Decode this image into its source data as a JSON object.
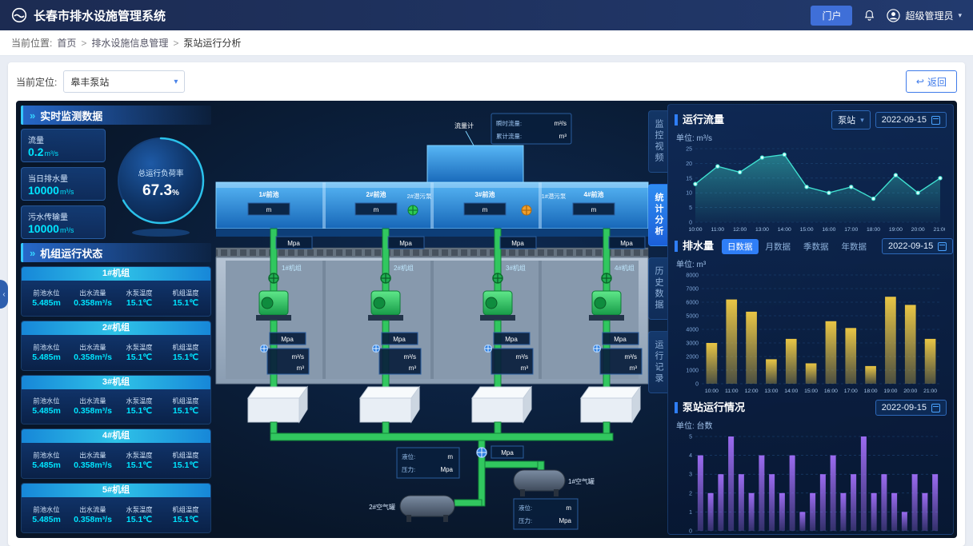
{
  "header": {
    "title": "长春市排水设施管理系统",
    "portal_button": "门户",
    "user": "超级管理员"
  },
  "breadcrumb": {
    "label": "当前位置:",
    "items": [
      "首页",
      "排水设施信息管理",
      "泵站运行分析"
    ]
  },
  "toolbar": {
    "location_label": "当前定位:",
    "location_value": "皋丰泵站",
    "back_button": "返回"
  },
  "colors": {
    "accent": "#2f7ef6",
    "cyan_value": "#00e5ff",
    "line_cyan": "#3fe0d0",
    "bar_yellow": "#e8c545",
    "bar_purple": "#9b6bf0"
  },
  "left_panel": {
    "realtime_title": "实时监测数据",
    "stats": [
      {
        "label": "流量",
        "value": "0.2",
        "unit": "m³/s"
      },
      {
        "label": "当日排水量",
        "value": "10000",
        "unit": "m³/s"
      },
      {
        "label": "污水传输量",
        "value": "10000",
        "unit": "m³/s"
      }
    ],
    "gauge": {
      "label": "总运行负荷率",
      "value": "67.3",
      "unit": "%"
    },
    "units_title": "机组运行状态",
    "unit_metric_labels": [
      "前池水位",
      "出水流量",
      "水泵温度",
      "机组温度"
    ],
    "units": [
      {
        "name": "1#机组",
        "values": [
          "5.485m",
          "0.358m³/s",
          "15.1℃",
          "15.1℃"
        ]
      },
      {
        "name": "2#机组",
        "values": [
          "5.485m",
          "0.358m³/s",
          "15.1℃",
          "15.1℃"
        ]
      },
      {
        "name": "3#机组",
        "values": [
          "5.485m",
          "0.358m³/s",
          "15.1℃",
          "15.1℃"
        ]
      },
      {
        "name": "4#机组",
        "values": [
          "5.485m",
          "0.358m³/s",
          "15.1℃",
          "15.1℃"
        ]
      },
      {
        "name": "5#机组",
        "values": [
          "5.485m",
          "0.358m³/s",
          "15.1℃",
          "15.1℃"
        ]
      }
    ]
  },
  "scada": {
    "flow_meter": "流量计",
    "flow_rows": [
      {
        "label": "瞬时流量:",
        "unit": "m³/s"
      },
      {
        "label": "累计流量:",
        "unit": "m³"
      }
    ],
    "pools": [
      "1#前池",
      "2#前池",
      "3#前池",
      "4#前池"
    ],
    "level_unit": "m",
    "pressure_unit": "Mpa",
    "sump_pump_2": "2#潜污泵",
    "sump_pump_1": "1#潜污泵",
    "pumps": [
      "1#机组",
      "2#机组",
      "3#机组",
      "4#机组"
    ],
    "flow_unit_s": "m³/s",
    "flow_unit_total": "m³",
    "tank_1": "1#空气罐",
    "tank_2": "2#空气罐",
    "tank_rows": [
      {
        "label": "液位:",
        "unit": "m"
      },
      {
        "label": "压力:",
        "unit": "Mpa"
      }
    ]
  },
  "right_tabs": [
    {
      "label": "监控视频",
      "active": false
    },
    {
      "label": "统计分析",
      "active": true
    },
    {
      "label": "历史数据",
      "active": false
    },
    {
      "label": "运行记录",
      "active": false
    }
  ],
  "charts": {
    "flow": {
      "title": "运行流量",
      "select": "泵站",
      "date": "2022-09-15",
      "unit_label": "单位: m³/s"
    },
    "drainage": {
      "title": "排水量",
      "tabs": [
        "日数据",
        "月数据",
        "季数据",
        "年数据"
      ],
      "active_tab": 0,
      "date": "2022-09-15",
      "unit_label": "单位: m³"
    },
    "station": {
      "title": "泵站运行情况",
      "date": "2022-09-15",
      "unit_label": "单位: 台数"
    }
  },
  "chart_data": [
    {
      "type": "area",
      "title": "运行流量",
      "ylabel": "m³/s",
      "x": [
        "10:00",
        "11:00",
        "12:00",
        "13:00",
        "14:00",
        "15:00",
        "16:00",
        "17:00",
        "18:00",
        "19:00",
        "20:00",
        "21:00"
      ],
      "values": [
        13,
        19,
        17,
        22,
        23,
        12,
        10,
        12,
        8,
        16,
        10,
        15
      ],
      "ylim": [
        0,
        25
      ],
      "yticks": [
        0,
        5,
        10,
        15,
        20,
        25
      ],
      "color": "#3fe0d0",
      "grid": true,
      "legend_position": "none"
    },
    {
      "type": "bar",
      "title": "排水量",
      "ylabel": "m³",
      "x": [
        "10:00",
        "11:00",
        "12:00",
        "13:00",
        "14:00",
        "15:00",
        "16:00",
        "17:00",
        "18:00",
        "19:00",
        "20:00",
        "21:00"
      ],
      "values": [
        3000,
        6200,
        5300,
        1800,
        3300,
        1500,
        4600,
        4100,
        1300,
        6400,
        5800,
        3300
      ],
      "ylim": [
        0,
        8000
      ],
      "yticks": [
        0,
        1000,
        2000,
        3000,
        4000,
        5000,
        6000,
        7000,
        8000
      ],
      "color": "#e8c545",
      "grid": true,
      "legend_position": "none"
    },
    {
      "type": "bar",
      "title": "泵站运行情况",
      "ylabel": "台数",
      "x": null,
      "values": [
        4,
        2,
        3,
        5,
        3,
        2,
        4,
        3,
        2,
        4,
        1,
        2,
        3,
        4,
        2,
        3,
        5,
        2,
        3,
        2,
        1,
        3,
        2,
        3
      ],
      "ylim": [
        0,
        5
      ],
      "yticks": [
        0,
        1,
        2,
        3,
        4,
        5
      ],
      "color": "#9b6bf0",
      "grid": true,
      "legend_position": "none"
    }
  ]
}
